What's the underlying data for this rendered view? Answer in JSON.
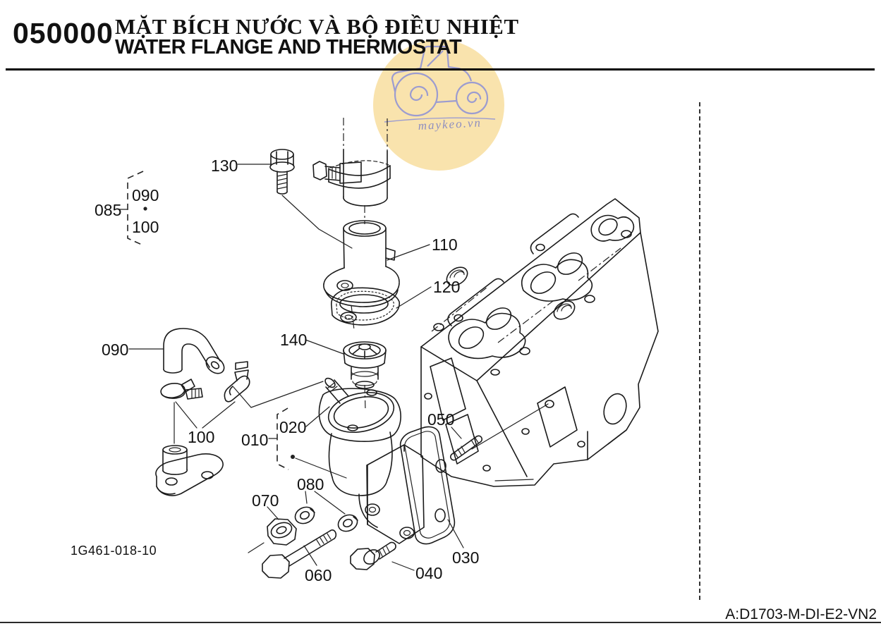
{
  "header": {
    "section_code": "050000",
    "title_vi": "MẶT BÍCH NƯỚC VÀ BỘ ĐIỀU NHIỆT",
    "title_en": "WATER FLANGE AND THERMOSTAT"
  },
  "diagram": {
    "callouts": {
      "c010": "010",
      "c020": "020",
      "c030": "030",
      "c040": "040",
      "c050": "050",
      "c060": "060",
      "c070": "070",
      "c080": "080",
      "c085": "085",
      "c090": "090",
      "c100": "100",
      "c110": "110",
      "c120": "120",
      "c130": "130",
      "c140": "140"
    },
    "group_085": {
      "label": "085",
      "member_top": "090",
      "member_bottom": "100"
    },
    "group_010": {
      "label": "010",
      "member": "020"
    }
  },
  "watermark": {
    "site": "maykeo.vn",
    "icon": "tractor-icon",
    "circle_color": "#F9E3AD",
    "line_color": "#9C9CD0",
    "text_color": "#8E8EC0"
  },
  "footer": {
    "drawing_number": "1G461-018-10",
    "model_code": "A:D1703-M-DI-E2-VN2"
  }
}
